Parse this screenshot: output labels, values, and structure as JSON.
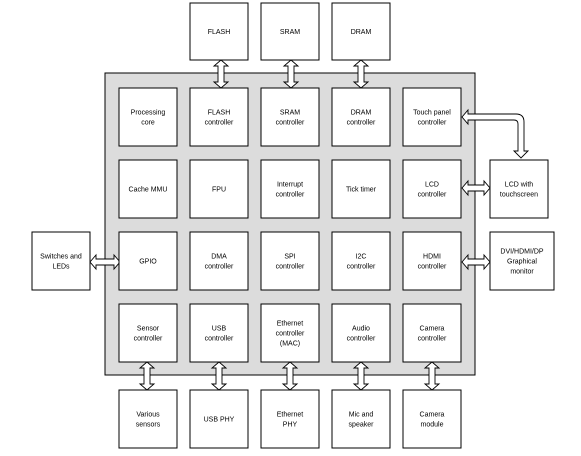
{
  "soc_blocks": [
    [
      "Processing core",
      "FLASH controller",
      "SRAM controller",
      "DRAM controller",
      "Touch panel controller"
    ],
    [
      "Cache MMU",
      "FPU",
      "Interrupt controller",
      "Tick timer",
      "LCD controller"
    ],
    [
      "GPIO",
      "DMA controller",
      "SPI controller",
      "I2C controller",
      "HDMI controller"
    ],
    [
      "Sensor controller",
      "USB controller",
      "Ethernet controller (MAC)",
      "Audio controller",
      "Camera controller"
    ]
  ],
  "top_memories": [
    "FLASH",
    "SRAM",
    "DRAM"
  ],
  "bottom_devices": [
    "Various sensors",
    "USB PHY",
    "Ethernet PHY",
    "Mic and speaker",
    "Camera module"
  ],
  "left_device": "Switches and LEDs",
  "right_devices": [
    "LCD with touchscreen",
    "DVI/HDMI/DP Graphical monitor"
  ]
}
